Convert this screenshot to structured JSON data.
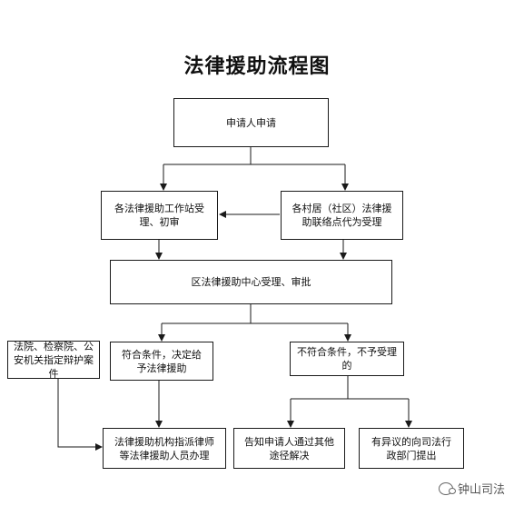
{
  "title": "法律援助流程图",
  "boxes": {
    "apply": "申请人申请",
    "station": "各法律援助工作站受理、初审",
    "village": "各村居（社区）法律援助联络点代为受理",
    "center": "区法律援助中心受理、审批",
    "court": "法院、检察院、公安机关指定辩护案件",
    "qualified": "符合条件，决定给予法律援助",
    "unqualified": "不符合条件，不予受理的",
    "assign": "法律援助机构指派律师等法律援助人员办理",
    "inform": "告知申请人通过其他途径解决",
    "objection": "有异议的向司法行政部门提出"
  },
  "watermark": "钟山司法"
}
